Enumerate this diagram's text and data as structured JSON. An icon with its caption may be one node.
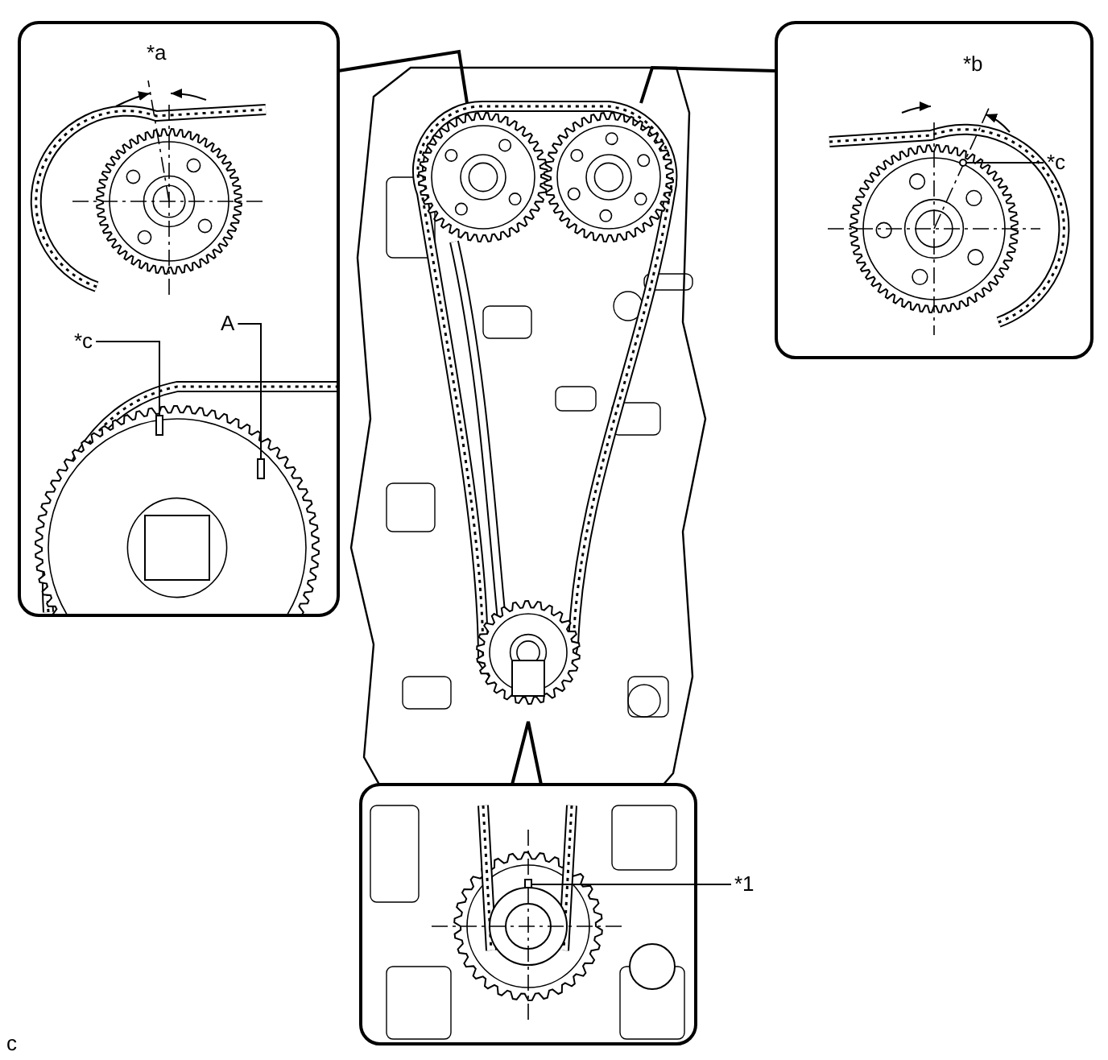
{
  "diagram": {
    "nodes": [
      {
        "text": [
          "*c"
        ]
      },
      {
        "text": [
          "A"
        ]
      },
      {
        "text": [
          "*c"
        ]
      },
      {
        "text": [
          "*1"
        ]
      },
      {
        "text": [],
        "shape": "box"
      },
      {
        "text": [],
        "shape": "box"
      },
      {
        "text": [],
        "shape": "circle"
      },
      {
        "text": [],
        "shape": "box"
      }
    ],
    "edges": [
      {
        "from": 0,
        "to": 4,
        "arrow": "none"
      },
      {
        "from": 1,
        "to": 5,
        "arrow": "none"
      },
      {
        "from": 2,
        "to": 6,
        "arrow": "none"
      },
      {
        "from": 3,
        "to": 7,
        "arrow": "none"
      }
    ],
    "labels": [
      "*a",
      "*b",
      "c"
    ]
  }
}
